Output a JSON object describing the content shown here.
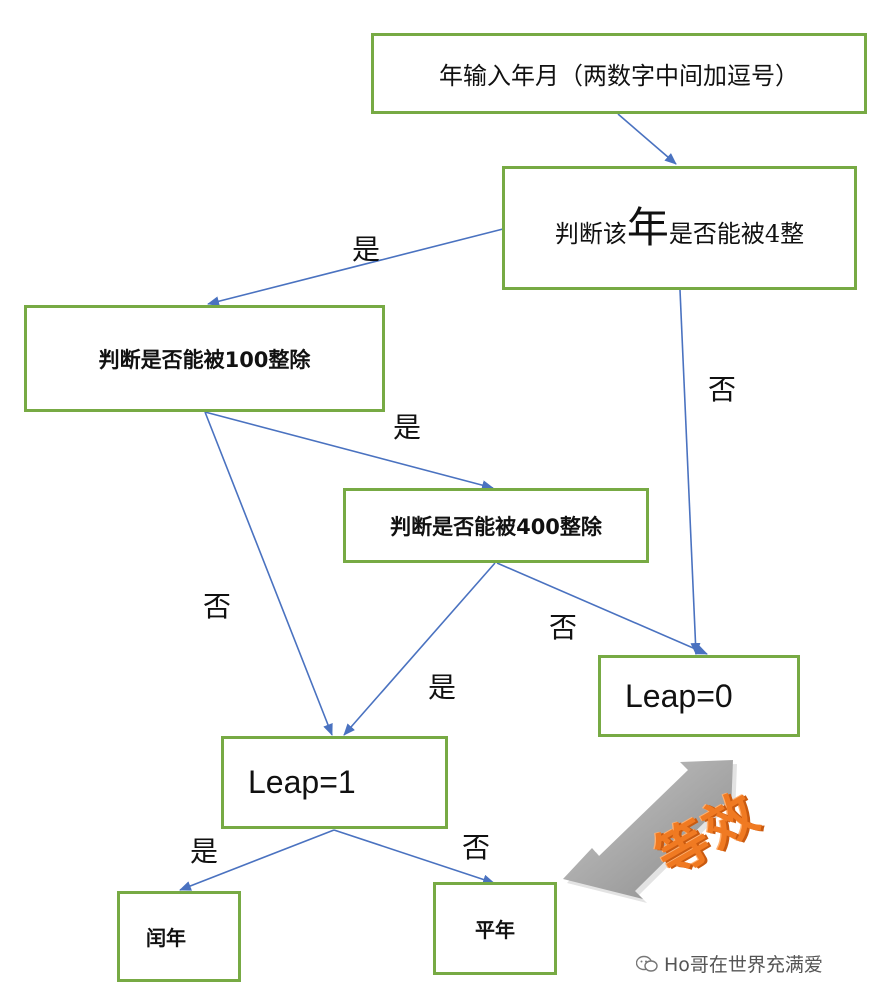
{
  "nodes": {
    "input": "年输入年月（两数字中间加逗号）",
    "div4_pre": "判断该",
    "div4_big": "年",
    "div4_post": "是否能被4整",
    "div100": "判断是否能被100整除",
    "div400": "判断是否能被400整除",
    "leap0": "Leap=0",
    "leap1": "Leap=1",
    "leap_year": "闰年",
    "common_year": "平年"
  },
  "edge_labels": {
    "yes_4": "是",
    "no_4": "否",
    "yes_100": "是",
    "no_100": "否",
    "yes_400": "是",
    "no_400": "否",
    "yes_leap": "是",
    "no_leap": "否"
  },
  "equivalence": "等效",
  "watermark": "Ho哥在世界充满爱",
  "colors": {
    "box_border": "#77aa44",
    "arrow": "#4a72c0",
    "double_arrow": "#9a9a9a",
    "accent_text": "#f07a22"
  }
}
